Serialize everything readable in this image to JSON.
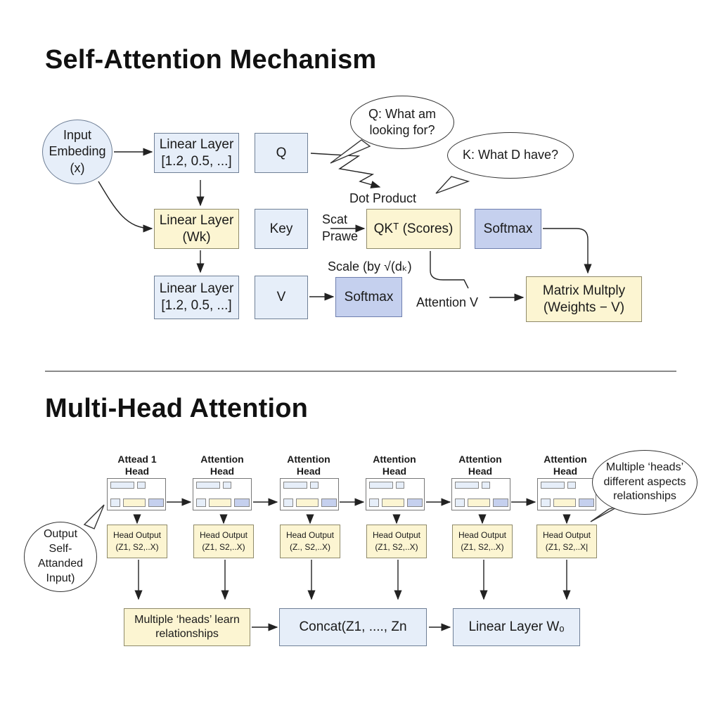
{
  "section1": {
    "title": "Self-Attention Mechanism",
    "input_bubble": {
      "l1": "Input",
      "l2": "Embeding",
      "l3": "(x)"
    },
    "linear1": {
      "l1": "Linear Layer",
      "l2": "[1.2, 0.5, ...]"
    },
    "linear2": {
      "l1": "Linear Layer",
      "l2": "(Wk)"
    },
    "linear3": {
      "l1": "Linear Layer",
      "l2": "[1.2, 0.5, ...]"
    },
    "q": "Q",
    "key": "Key",
    "v": "V",
    "q_bubble": {
      "l1": "Q: What am",
      "l2": "looking for?"
    },
    "k_bubble": "K: What D have?",
    "dot_product": "Dot Product",
    "scat": "Scat",
    "prawe": "Prawe",
    "scores": "QKᵀ (Scores)",
    "softmax_top": "Softmax",
    "scale": "Scale (by √(dₖ)",
    "softmax_bottom": "Softmax",
    "attention_v": "Attention V",
    "matrix": {
      "l1": "Matrix Multply",
      "l2": "(Weights − V)"
    }
  },
  "section2": {
    "title": "Multi-Head Attention",
    "heads": [
      {
        "l1": "Attead 1",
        "l2": "Head",
        "out1": "Head Output",
        "out2": "(Z1, S2,..X)"
      },
      {
        "l1": "Attention",
        "l2": "Head",
        "out1": "Head Output",
        "out2": "(Z1, S2,..X)"
      },
      {
        "l1": "Attention",
        "l2": "Head",
        "out1": "Head Output",
        "out2": "(Z., S2,..X)"
      },
      {
        "l1": "Attention",
        "l2": "Head",
        "out1": "Head Output",
        "out2": "(Z1, S2,..X)"
      },
      {
        "l1": "Attention",
        "l2": "Head",
        "out1": "Head Output",
        "out2": "(Z1, S2,..X)"
      },
      {
        "l1": "Attention",
        "l2": "Head",
        "out1": "Head Output",
        "out2": "(Z1, S2,..X|"
      }
    ],
    "right_bubble": {
      "l1": "Multiple ‘heads’",
      "l2": "different aspects",
      "l3": "relationships"
    },
    "left_bubble": {
      "l1": "Output",
      "l2": "Self-",
      "l3": "Attanded",
      "l4": "Input)"
    },
    "learn_box": {
      "l1": "Multiple ‘heads’ learn",
      "l2": "relationships"
    },
    "concat": "Concat(Z1, ...., Zn",
    "linear_wo": "Linear Layer Wₒ"
  },
  "colors": {
    "blue_box": "#e6eef9",
    "yellow_box": "#fcf5d2",
    "purple_box": "#c5d0ee"
  }
}
